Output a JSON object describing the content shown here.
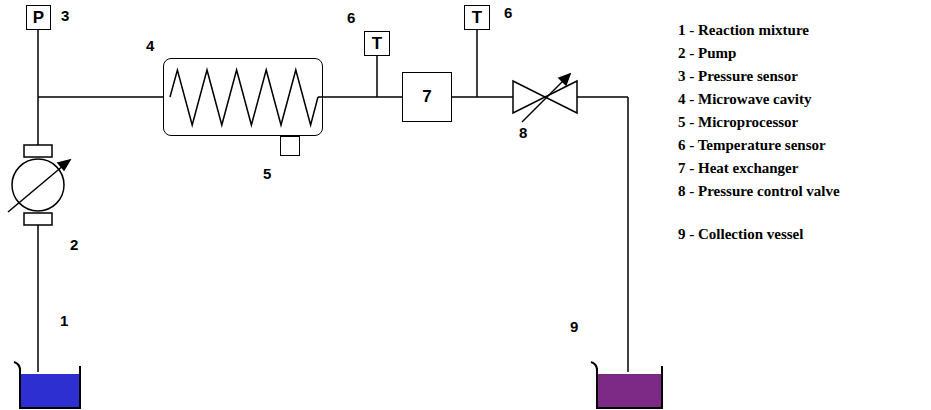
{
  "diagram": {
    "nodes": [
      {
        "text": [
          "P",
          "3"
        ]
      },
      {
        "text": [
          "4"
        ]
      },
      {
        "text": [
          "T",
          "6"
        ]
      },
      {
        "text": [
          "7"
        ]
      },
      {
        "text": [
          "T",
          "6"
        ]
      },
      {
        "text": [
          "5"
        ]
      }
    ],
    "edges": [
      {
        "from": 1,
        "to": 3,
        "arrow": "none"
      }
    ],
    "labels": [
      "2",
      "1",
      "8",
      "9",
      "1 - Reaction mixture",
      "2 - Pump",
      "3 - Pressure sensor",
      "4 - Microwave cavity",
      "5 - Microprocessor",
      "6 - Temperature sensor",
      "7 - Heat exchanger",
      "8 - Pressure control valve",
      "9 - Collection vessel"
    ]
  }
}
